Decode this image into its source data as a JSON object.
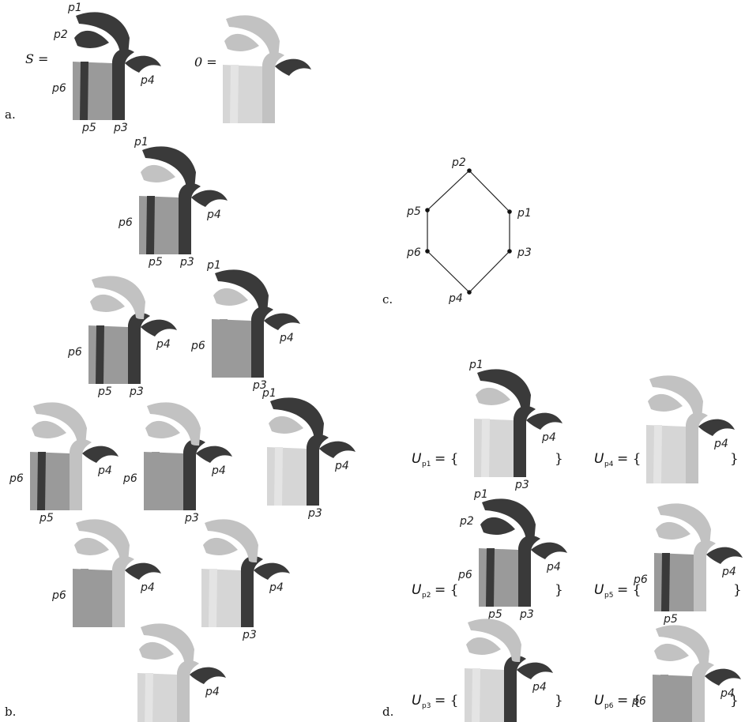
{
  "panels": {
    "a": "a.",
    "b": "b.",
    "c": "c.",
    "d": "d."
  },
  "equations": {
    "s": "S =",
    "zero": "0 ="
  },
  "part_labels": {
    "p1": "p1",
    "p2": "p2",
    "p3": "p3",
    "p4": "p4",
    "p5": "p5",
    "p6": "p6"
  },
  "colors": {
    "dark": "#3a3a3a",
    "mid": "#8c8c8c",
    "gray": "#9a9a9a",
    "light": "#d6d6d6",
    "faint": "#c2c2c2"
  },
  "lattice": {
    "nodes": [
      "p2",
      "p5",
      "p1",
      "p6",
      "p3",
      "p4"
    ],
    "edges": [
      [
        "p2",
        "p5"
      ],
      [
        "p2",
        "p1"
      ],
      [
        "p5",
        "p6"
      ],
      [
        "p1",
        "p3"
      ],
      [
        "p6",
        "p4"
      ],
      [
        "p3",
        "p4"
      ]
    ]
  },
  "sets": {
    "letter": "U",
    "open": "= {",
    "close": "}",
    "items": [
      {
        "sub": "p1"
      },
      {
        "sub": "p4"
      },
      {
        "sub": "p2"
      },
      {
        "sub": "p5"
      },
      {
        "sub": "p3"
      },
      {
        "sub": "p6"
      }
    ]
  }
}
